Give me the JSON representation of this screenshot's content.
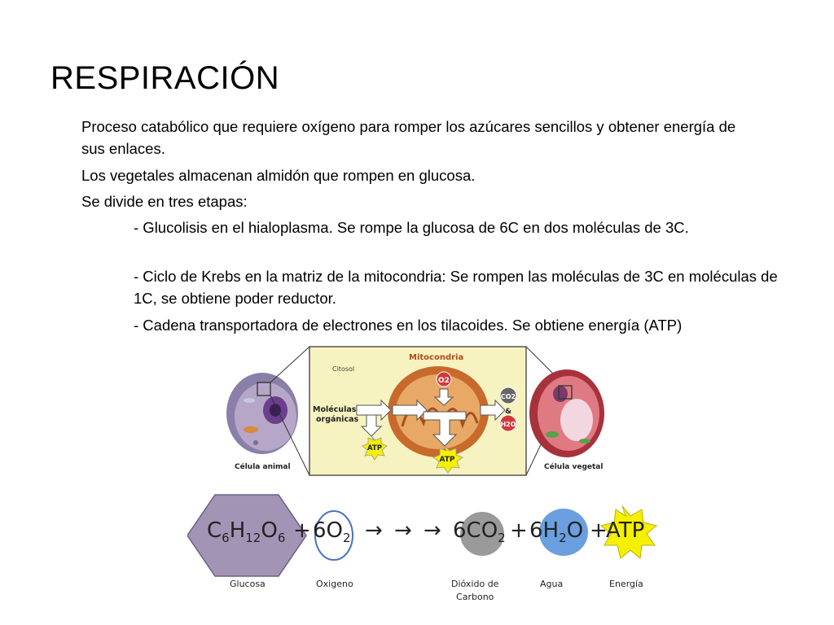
{
  "title": "RESPIRACIÓN",
  "paragraphs": [
    "Proceso catabólico que requiere oxígeno para romper los azúcares sencillos y obtener energía de sus enlaces.",
    "Los vegetales almacenan almidón que rompen en glucosa.",
    "Se divide en tres etapas:"
  ],
  "stages": [
    "- Glucolisis en el hialoplasma. Se rompe la glucosa de 6C en dos moléculas de 3C.",
    "- Ciclo de Krebs en la matriz de la mitocondria: Se rompen las moléculas de 3C en moléculas de 1C, se obtiene poder reductor.",
    "- Cadena transportadora de electrones en los tilacoides. Se obtiene energía (ATP)"
  ],
  "figure": {
    "mitocondria": "Mitocondria",
    "citosol": "Citosol",
    "moleculas_organicas": [
      "Moléculas",
      "orgánicas"
    ],
    "atp": "ATP",
    "o2": "O2",
    "co2": "CO2",
    "amp": "&",
    "h2o": "H2O",
    "celula_animal": "Célula animal",
    "celula_vegetal": "Célula vegetal"
  },
  "equation": {
    "glucose": [
      "C",
      "6",
      "H",
      "12",
      "O",
      "6"
    ],
    "plus": "+",
    "oxygen": [
      "6O",
      "2"
    ],
    "arrow": "→",
    "co2": [
      "6CO",
      "2"
    ],
    "water": [
      "6H",
      "2",
      "O"
    ],
    "atp": "ATP",
    "labels": {
      "glucosa": "Glucosa",
      "oxigeno": "Oxigeno",
      "dioxido": [
        "Dióxido de",
        "Carbono"
      ],
      "agua": "Agua",
      "energia": "Energía"
    }
  },
  "colors": {
    "hexagon": "#a294b4",
    "oxygen_ring": "#4a72c4",
    "co2_circle": "#9a9a9a",
    "water_circle": "#6a9fe0",
    "atp_star": "#f4f000",
    "mito_outer": "#c86a2c",
    "mito_inner": "#e8a866",
    "panel_bg": "#f6f3c0"
  }
}
